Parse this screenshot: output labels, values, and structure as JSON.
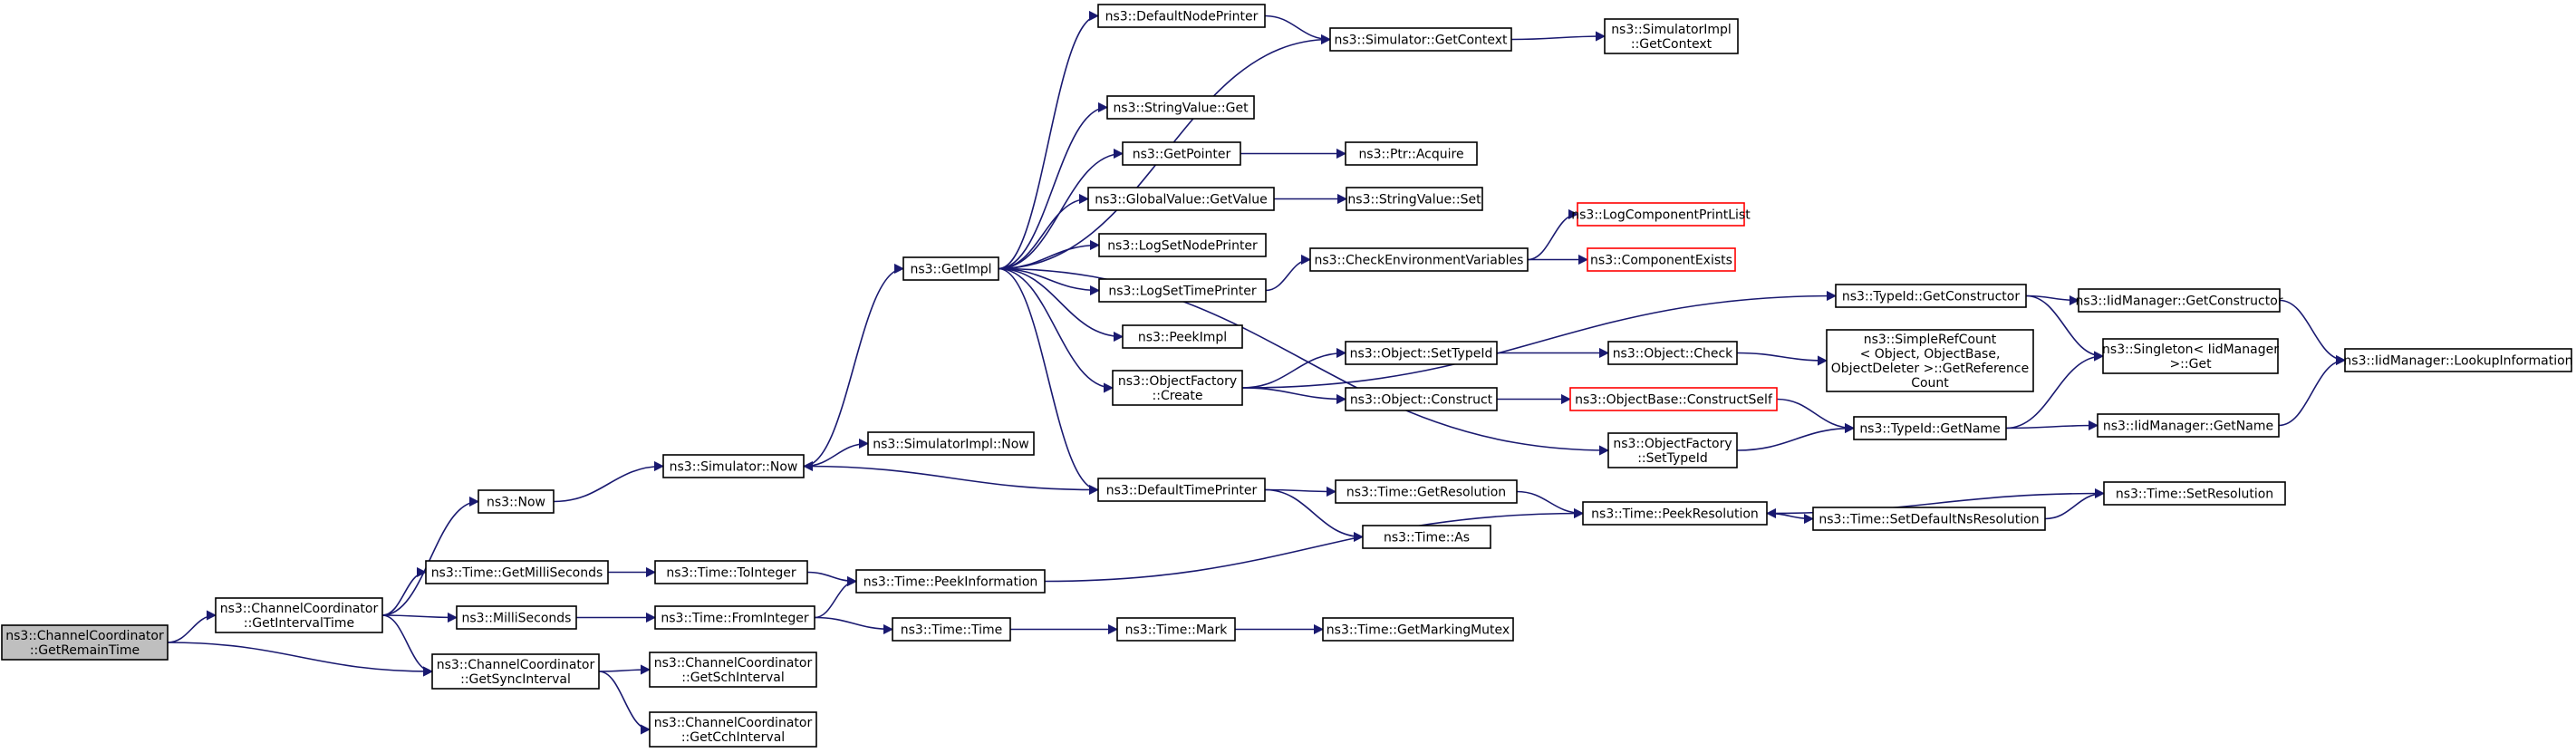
{
  "colors": {
    "edge": "#191970",
    "node_border": "#000000",
    "missing_border": "#ff0000",
    "root_fill": "#bfbfbf",
    "background": "#ffffff"
  },
  "nodes": {
    "root": {
      "lines": [
        "ns3::ChannelCoordinator",
        "::GetRemainTime"
      ],
      "root": true
    },
    "getIntervalTime": {
      "lines": [
        "ns3::ChannelCoordinator",
        "::GetIntervalTime"
      ]
    },
    "getSyncInterval": {
      "lines": [
        "ns3::ChannelCoordinator",
        "::GetSyncInterval"
      ]
    },
    "getSchInterval": {
      "lines": [
        "ns3::ChannelCoordinator",
        "::GetSchInterval"
      ]
    },
    "getCchInterval": {
      "lines": [
        "ns3::ChannelCoordinator",
        "::GetCchInterval"
      ]
    },
    "now": {
      "lines": [
        "ns3::Now"
      ]
    },
    "getMilliSeconds": {
      "lines": [
        "ns3::Time::GetMilliSeconds"
      ]
    },
    "milliSeconds": {
      "lines": [
        "ns3::MilliSeconds"
      ]
    },
    "simNow": {
      "lines": [
        "ns3::Simulator::Now"
      ]
    },
    "simImplNow": {
      "lines": [
        "ns3::SimulatorImpl::Now"
      ]
    },
    "toInteger": {
      "lines": [
        "ns3::Time::ToInteger"
      ]
    },
    "fromInteger": {
      "lines": [
        "ns3::Time::FromInteger"
      ]
    },
    "peekInformation": {
      "lines": [
        "ns3::Time::PeekInformation"
      ]
    },
    "timeTime": {
      "lines": [
        "ns3::Time::Time"
      ]
    },
    "timeMark": {
      "lines": [
        "ns3::Time::Mark"
      ]
    },
    "getMarkingMutex": {
      "lines": [
        "ns3::Time::GetMarkingMutex"
      ]
    },
    "getImpl": {
      "lines": [
        "ns3::GetImpl"
      ]
    },
    "defaultNodePrinter": {
      "lines": [
        "ns3::DefaultNodePrinter"
      ]
    },
    "simGetContext": {
      "lines": [
        "ns3::Simulator::GetContext"
      ]
    },
    "simImplGetContext": {
      "lines": [
        "ns3::SimulatorImpl",
        "::GetContext"
      ]
    },
    "stringValueGet": {
      "lines": [
        "ns3::StringValue::Get"
      ]
    },
    "getPointer": {
      "lines": [
        "ns3::GetPointer"
      ]
    },
    "ptrAcquire": {
      "lines": [
        "ns3::Ptr::Acquire"
      ]
    },
    "globalValueGetValue": {
      "lines": [
        "ns3::GlobalValue::GetValue"
      ]
    },
    "stringValueSet": {
      "lines": [
        "ns3::StringValue::Set"
      ]
    },
    "logSetNodePrinter": {
      "lines": [
        "ns3::LogSetNodePrinter"
      ]
    },
    "logSetTimePrinter": {
      "lines": [
        "ns3::LogSetTimePrinter"
      ]
    },
    "checkEnv": {
      "lines": [
        "ns3::CheckEnvironmentVariables"
      ]
    },
    "logComponentPrintList": {
      "lines": [
        "ns3::LogComponentPrintList"
      ],
      "red": true
    },
    "componentExists": {
      "lines": [
        "ns3::ComponentExists"
      ],
      "red": true
    },
    "peekImpl": {
      "lines": [
        "ns3::PeekImpl"
      ]
    },
    "objectFactoryCreate": {
      "lines": [
        "ns3::ObjectFactory",
        "::Create"
      ]
    },
    "defaultTimePrinter": {
      "lines": [
        "ns3::DefaultTimePrinter"
      ]
    },
    "typeIdGetConstructor": {
      "lines": [
        "ns3::TypeId::GetConstructor"
      ]
    },
    "iidGetConstructor": {
      "lines": [
        "ns3::IidManager::GetConstructor"
      ]
    },
    "objectSetTypeId": {
      "lines": [
        "ns3::Object::SetTypeId"
      ]
    },
    "objectCheck": {
      "lines": [
        "ns3::Object::Check"
      ]
    },
    "simpleRefCount": {
      "lines": [
        "ns3::SimpleRefCount",
        "< Object, ObjectBase,",
        "ObjectDeleter >::GetReference",
        "Count"
      ]
    },
    "singletonGet": {
      "lines": [
        "ns3::Singleton< IidManager",
        ">::Get"
      ]
    },
    "iidLookup": {
      "lines": [
        "ns3::IidManager::LookupInformation"
      ]
    },
    "objectConstruct": {
      "lines": [
        "ns3::Object::Construct"
      ]
    },
    "objectBaseConstructSelf": {
      "lines": [
        "ns3::ObjectBase::ConstructSelf"
      ],
      "red": true
    },
    "objectFactorySetTypeId": {
      "lines": [
        "ns3::ObjectFactory",
        "::SetTypeId"
      ]
    },
    "typeIdGetName": {
      "lines": [
        "ns3::TypeId::GetName"
      ]
    },
    "iidGetName": {
      "lines": [
        "ns3::IidManager::GetName"
      ]
    },
    "timeGetResolution": {
      "lines": [
        "ns3::Time::GetResolution"
      ]
    },
    "timeAs": {
      "lines": [
        "ns3::Time::As"
      ]
    },
    "peekResolution": {
      "lines": [
        "ns3::Time::PeekResolution"
      ]
    },
    "setDefaultNsResolution": {
      "lines": [
        "ns3::Time::SetDefaultNsResolution"
      ]
    },
    "timeSetResolution": {
      "lines": [
        "ns3::Time::SetResolution"
      ]
    }
  },
  "edges": [
    [
      "root",
      "getIntervalTime"
    ],
    [
      "root",
      "getSyncInterval"
    ],
    [
      "getIntervalTime",
      "now"
    ],
    [
      "getIntervalTime",
      "getMilliSeconds"
    ],
    [
      "getIntervalTime",
      "milliSeconds"
    ],
    [
      "getIntervalTime",
      "getSyncInterval"
    ],
    [
      "getSyncInterval",
      "getSchInterval"
    ],
    [
      "getSyncInterval",
      "getCchInterval"
    ],
    [
      "now",
      "simNow"
    ],
    [
      "simNow",
      "simImplNow"
    ],
    [
      "simNow",
      "getImpl"
    ],
    [
      "getMilliSeconds",
      "toInteger"
    ],
    [
      "toInteger",
      "peekInformation"
    ],
    [
      "milliSeconds",
      "fromInteger"
    ],
    [
      "fromInteger",
      "peekInformation"
    ],
    [
      "fromInteger",
      "timeTime"
    ],
    [
      "timeTime",
      "timeMark"
    ],
    [
      "timeMark",
      "getMarkingMutex"
    ],
    [
      "peekInformation",
      "peekResolution"
    ],
    [
      "getImpl",
      "defaultNodePrinter"
    ],
    [
      "getImpl",
      "simGetContext"
    ],
    [
      "getImpl",
      "stringValueGet"
    ],
    [
      "getImpl",
      "getPointer"
    ],
    [
      "getImpl",
      "globalValueGetValue"
    ],
    [
      "getImpl",
      "logSetNodePrinter"
    ],
    [
      "getImpl",
      "logSetTimePrinter"
    ],
    [
      "getImpl",
      "peekImpl"
    ],
    [
      "getImpl",
      "objectFactoryCreate"
    ],
    [
      "getImpl",
      "defaultTimePrinter"
    ],
    [
      "getImpl",
      "objectFactorySetTypeId"
    ],
    [
      "defaultNodePrinter",
      "simGetContext"
    ],
    [
      "simGetContext",
      "simImplGetContext"
    ],
    [
      "getPointer",
      "ptrAcquire"
    ],
    [
      "globalValueGetValue",
      "stringValueSet"
    ],
    [
      "logSetTimePrinter",
      "checkEnv"
    ],
    [
      "checkEnv",
      "logComponentPrintList"
    ],
    [
      "checkEnv",
      "componentExists"
    ],
    [
      "objectFactoryCreate",
      "typeIdGetConstructor"
    ],
    [
      "objectFactoryCreate",
      "objectSetTypeId"
    ],
    [
      "objectFactoryCreate",
      "objectConstruct"
    ],
    [
      "typeIdGetConstructor",
      "iidGetConstructor"
    ],
    [
      "typeIdGetConstructor",
      "singletonGet"
    ],
    [
      "iidGetConstructor",
      "iidLookup"
    ],
    [
      "objectSetTypeId",
      "objectCheck"
    ],
    [
      "objectCheck",
      "simpleRefCount"
    ],
    [
      "objectConstruct",
      "objectBaseConstructSelf"
    ],
    [
      "objectBaseConstructSelf",
      "typeIdGetName"
    ],
    [
      "objectFactorySetTypeId",
      "typeIdGetName"
    ],
    [
      "typeIdGetName",
      "singletonGet"
    ],
    [
      "typeIdGetName",
      "iidGetName"
    ],
    [
      "iidGetName",
      "iidLookup"
    ],
    [
      "defaultTimePrinter",
      "simNow"
    ],
    [
      "defaultTimePrinter",
      "timeGetResolution"
    ],
    [
      "defaultTimePrinter",
      "timeAs"
    ],
    [
      "timeGetResolution",
      "peekResolution"
    ],
    [
      "peekResolution",
      "setDefaultNsResolution"
    ],
    [
      "setDefaultNsResolution",
      "timeSetResolution"
    ],
    [
      "timeSetResolution",
      "peekResolution"
    ]
  ]
}
